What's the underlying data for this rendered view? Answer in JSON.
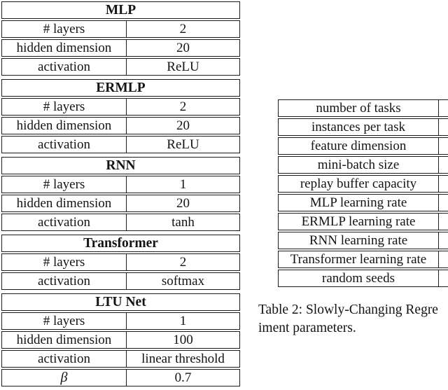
{
  "page": {
    "background": "#ffffff",
    "text_color": "#141414",
    "border_color": "#1b1b1b"
  },
  "left_tables": [
    {
      "title": "MLP",
      "rows": [
        [
          "# layers",
          "2"
        ],
        [
          "hidden dimension",
          "20"
        ],
        [
          "activation",
          "ReLU"
        ]
      ]
    },
    {
      "title": "ERMLP",
      "rows": [
        [
          "# layers",
          "2"
        ],
        [
          "hidden dimension",
          "20"
        ],
        [
          "activation",
          "ReLU"
        ]
      ]
    },
    {
      "title": "RNN",
      "rows": [
        [
          "# layers",
          "1"
        ],
        [
          "hidden dimension",
          "20"
        ],
        [
          "activation",
          "tanh"
        ]
      ]
    },
    {
      "title": "Transformer",
      "rows": [
        [
          "# layers",
          "2"
        ],
        [
          "activation",
          "softmax"
        ]
      ]
    },
    {
      "title": "LTU Net",
      "rows": [
        [
          "# layers",
          "1"
        ],
        [
          "hidden dimension",
          "100"
        ],
        [
          "activation",
          "linear threshold"
        ],
        [
          "β",
          "0.7"
        ]
      ]
    }
  ],
  "right_table": {
    "rows": [
      "number of tasks",
      "instances per task",
      "feature dimension",
      "mini-batch size",
      "replay buffer capacity",
      "MLP learning rate",
      "ERMLP learning rate",
      "RNN learning rate",
      "Transformer learning rate",
      "random seeds"
    ]
  },
  "caption": {
    "line1": "Table 2: Slowly-Changing Regre",
    "line2": "iment parameters."
  }
}
